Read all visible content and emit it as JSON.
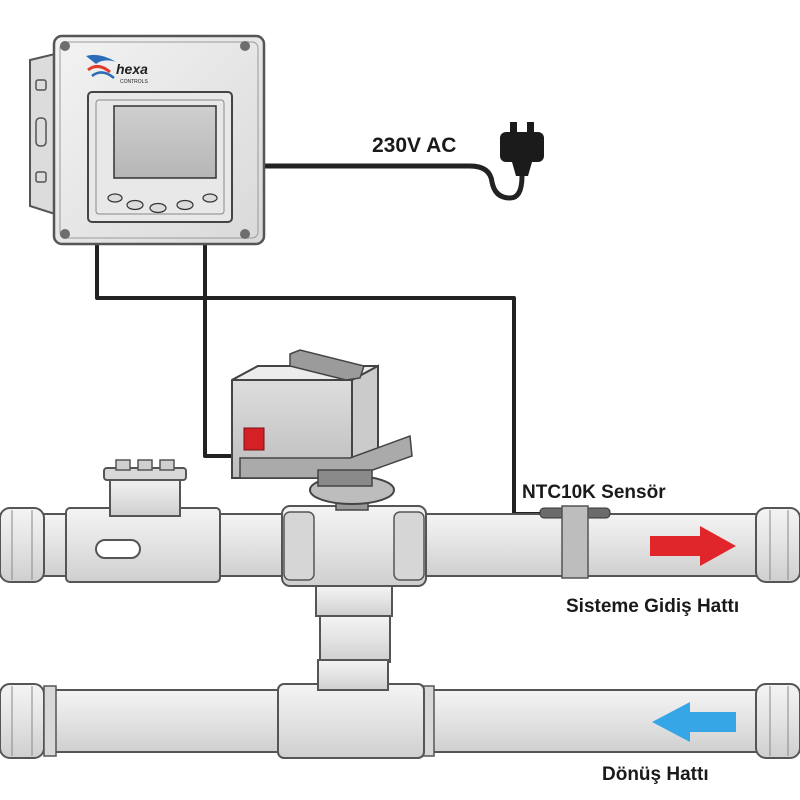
{
  "controller": {
    "logo_text": "hexa",
    "logo_subtext": "CONTROLS"
  },
  "labels": {
    "power": "230V AC",
    "sensor": "NTC10K Sensör",
    "supply_line": "Sisteme Gidiş Hattı",
    "return_line": "Dönüş Hattı"
  },
  "colors": {
    "supply_arrow": "#e0262b",
    "return_arrow": "#37a6e6",
    "actuator_indicator": "#d42125",
    "pipe": "#e6e6e6",
    "cable": "#222222"
  }
}
